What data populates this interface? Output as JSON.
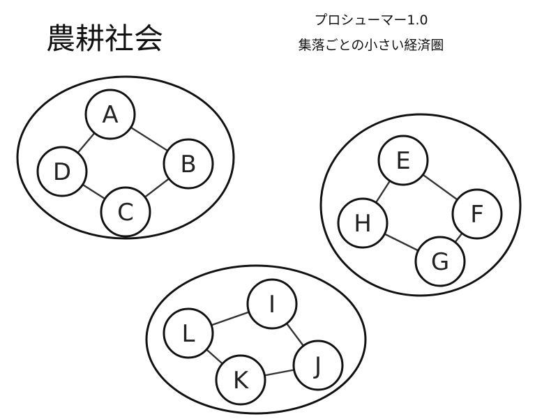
{
  "title": "農耕社会",
  "subtitle_line1": "プロシューマー1.0",
  "subtitle_line2": "集落ごとの小さい経済圏",
  "colors": {
    "stroke": "#111111",
    "background": "#ffffff"
  },
  "groups": [
    {
      "nodes": [
        "A",
        "B",
        "C",
        "D"
      ],
      "links": [
        [
          "A",
          "B"
        ],
        [
          "B",
          "C"
        ],
        [
          "C",
          "D"
        ],
        [
          "D",
          "A"
        ]
      ]
    },
    {
      "nodes": [
        "E",
        "F",
        "G",
        "H"
      ],
      "links": [
        [
          "E",
          "F"
        ],
        [
          "F",
          "G"
        ],
        [
          "G",
          "H"
        ],
        [
          "H",
          "E"
        ]
      ]
    },
    {
      "nodes": [
        "I",
        "J",
        "K",
        "L"
      ],
      "links": [
        [
          "I",
          "J"
        ],
        [
          "J",
          "K"
        ],
        [
          "K",
          "L"
        ],
        [
          "L",
          "I"
        ]
      ]
    }
  ]
}
